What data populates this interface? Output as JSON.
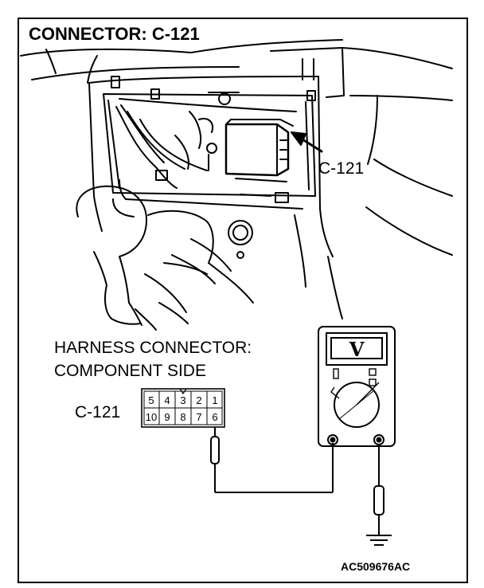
{
  "title": "CONNECTOR: C-121",
  "callout_label": "C-121",
  "harness_label_line1": "HARNESS CONNECTOR:",
  "harness_label_line2": "COMPONENT SIDE",
  "connector_label": "C-121",
  "connector_pins": {
    "top_row": [
      "5",
      "4",
      "3",
      "2",
      "1"
    ],
    "bottom_row": [
      "10",
      "9",
      "8",
      "7",
      "6"
    ]
  },
  "meter_symbol": "V",
  "figure_code": "AC509676AC",
  "colors": {
    "line": "#000000",
    "background": "#ffffff"
  }
}
